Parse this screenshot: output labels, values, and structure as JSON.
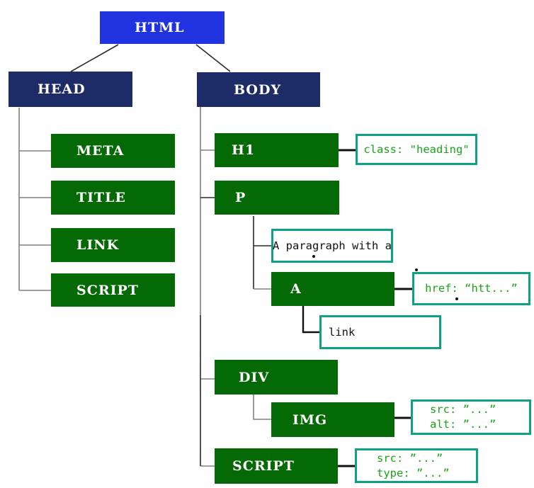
{
  "colors": {
    "html_box": "#2133e0",
    "section_box": "#1d2b66",
    "element_box": "#056905",
    "annotation_border": "#10a185",
    "annotation_text": "#1ba31b",
    "box_text": "#ffffff",
    "tree_line": "#808080",
    "tree_line_dark": "#2a2a2a",
    "connector_black": "#111111"
  },
  "nodes": {
    "html": "HTML",
    "head": "HEAD",
    "body": "BODY",
    "meta": "META",
    "title": "TITLE",
    "link": "LINK",
    "script_head": "SCRIPT",
    "h1": "H1",
    "p": "P",
    "a": "A",
    "div": "DIV",
    "img": "IMG",
    "script_body": "SCRIPT"
  },
  "annotations": {
    "h1_class": {
      "line1": "class: \"heading\""
    },
    "p_text": {
      "line1": "A paragraph with a"
    },
    "a_href": {
      "line1": "href: “htt...”"
    },
    "a_link_text": {
      "line1": "link"
    },
    "img_attrs": {
      "line1": "src: ”...”",
      "line2": "alt: ”...”"
    },
    "script_attrs": {
      "line1": "src: ”...”",
      "line2": "type: ”...”"
    }
  }
}
